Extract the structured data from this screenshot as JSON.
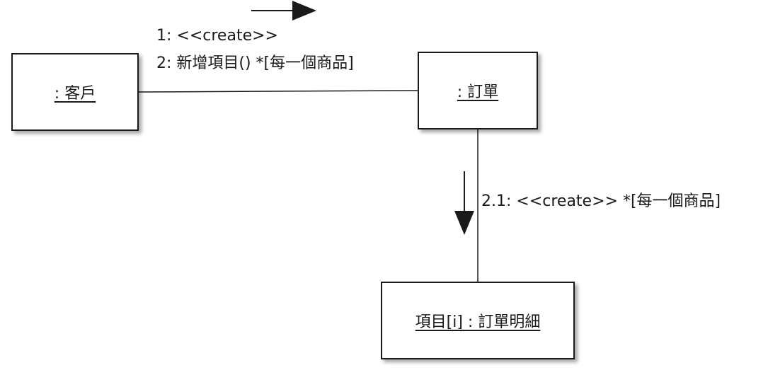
{
  "objects": {
    "customer": ": 客戶",
    "order": ": 訂單",
    "order_item": "項目[i] : 訂單明細"
  },
  "messages": {
    "m1": "1: <<create>>",
    "m2": "2: 新增項目() *[每一個商品]",
    "m2_1": "2.1: <<create>> *[每一個商品]"
  }
}
